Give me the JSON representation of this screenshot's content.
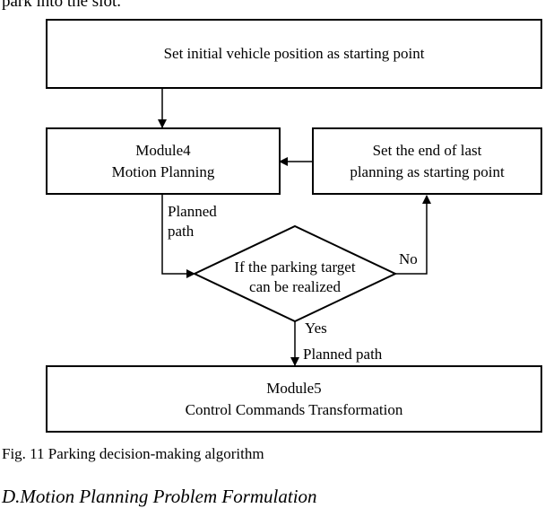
{
  "intro_text": "park into the slot.",
  "flowchart": {
    "start_box": "Set initial vehicle position as starting point",
    "module4": {
      "line1": "Module4",
      "line2": "Motion Planning"
    },
    "reset_box": {
      "line1": "Set the end of last",
      "line2": "planning as starting point"
    },
    "planned_path_label": {
      "line1": "Planned",
      "line2": "path"
    },
    "decision": {
      "line1": "If the parking target",
      "line2": "can be realized"
    },
    "no_label": "No",
    "yes_label": "Yes",
    "planned_path_label_2": "Planned path",
    "module5": {
      "line1": "Module5",
      "line2": "Control Commands Transformation"
    }
  },
  "caption": "Fig. 11 Parking decision-making algorithm",
  "section_heading": "D.Motion Planning Problem Formulation"
}
